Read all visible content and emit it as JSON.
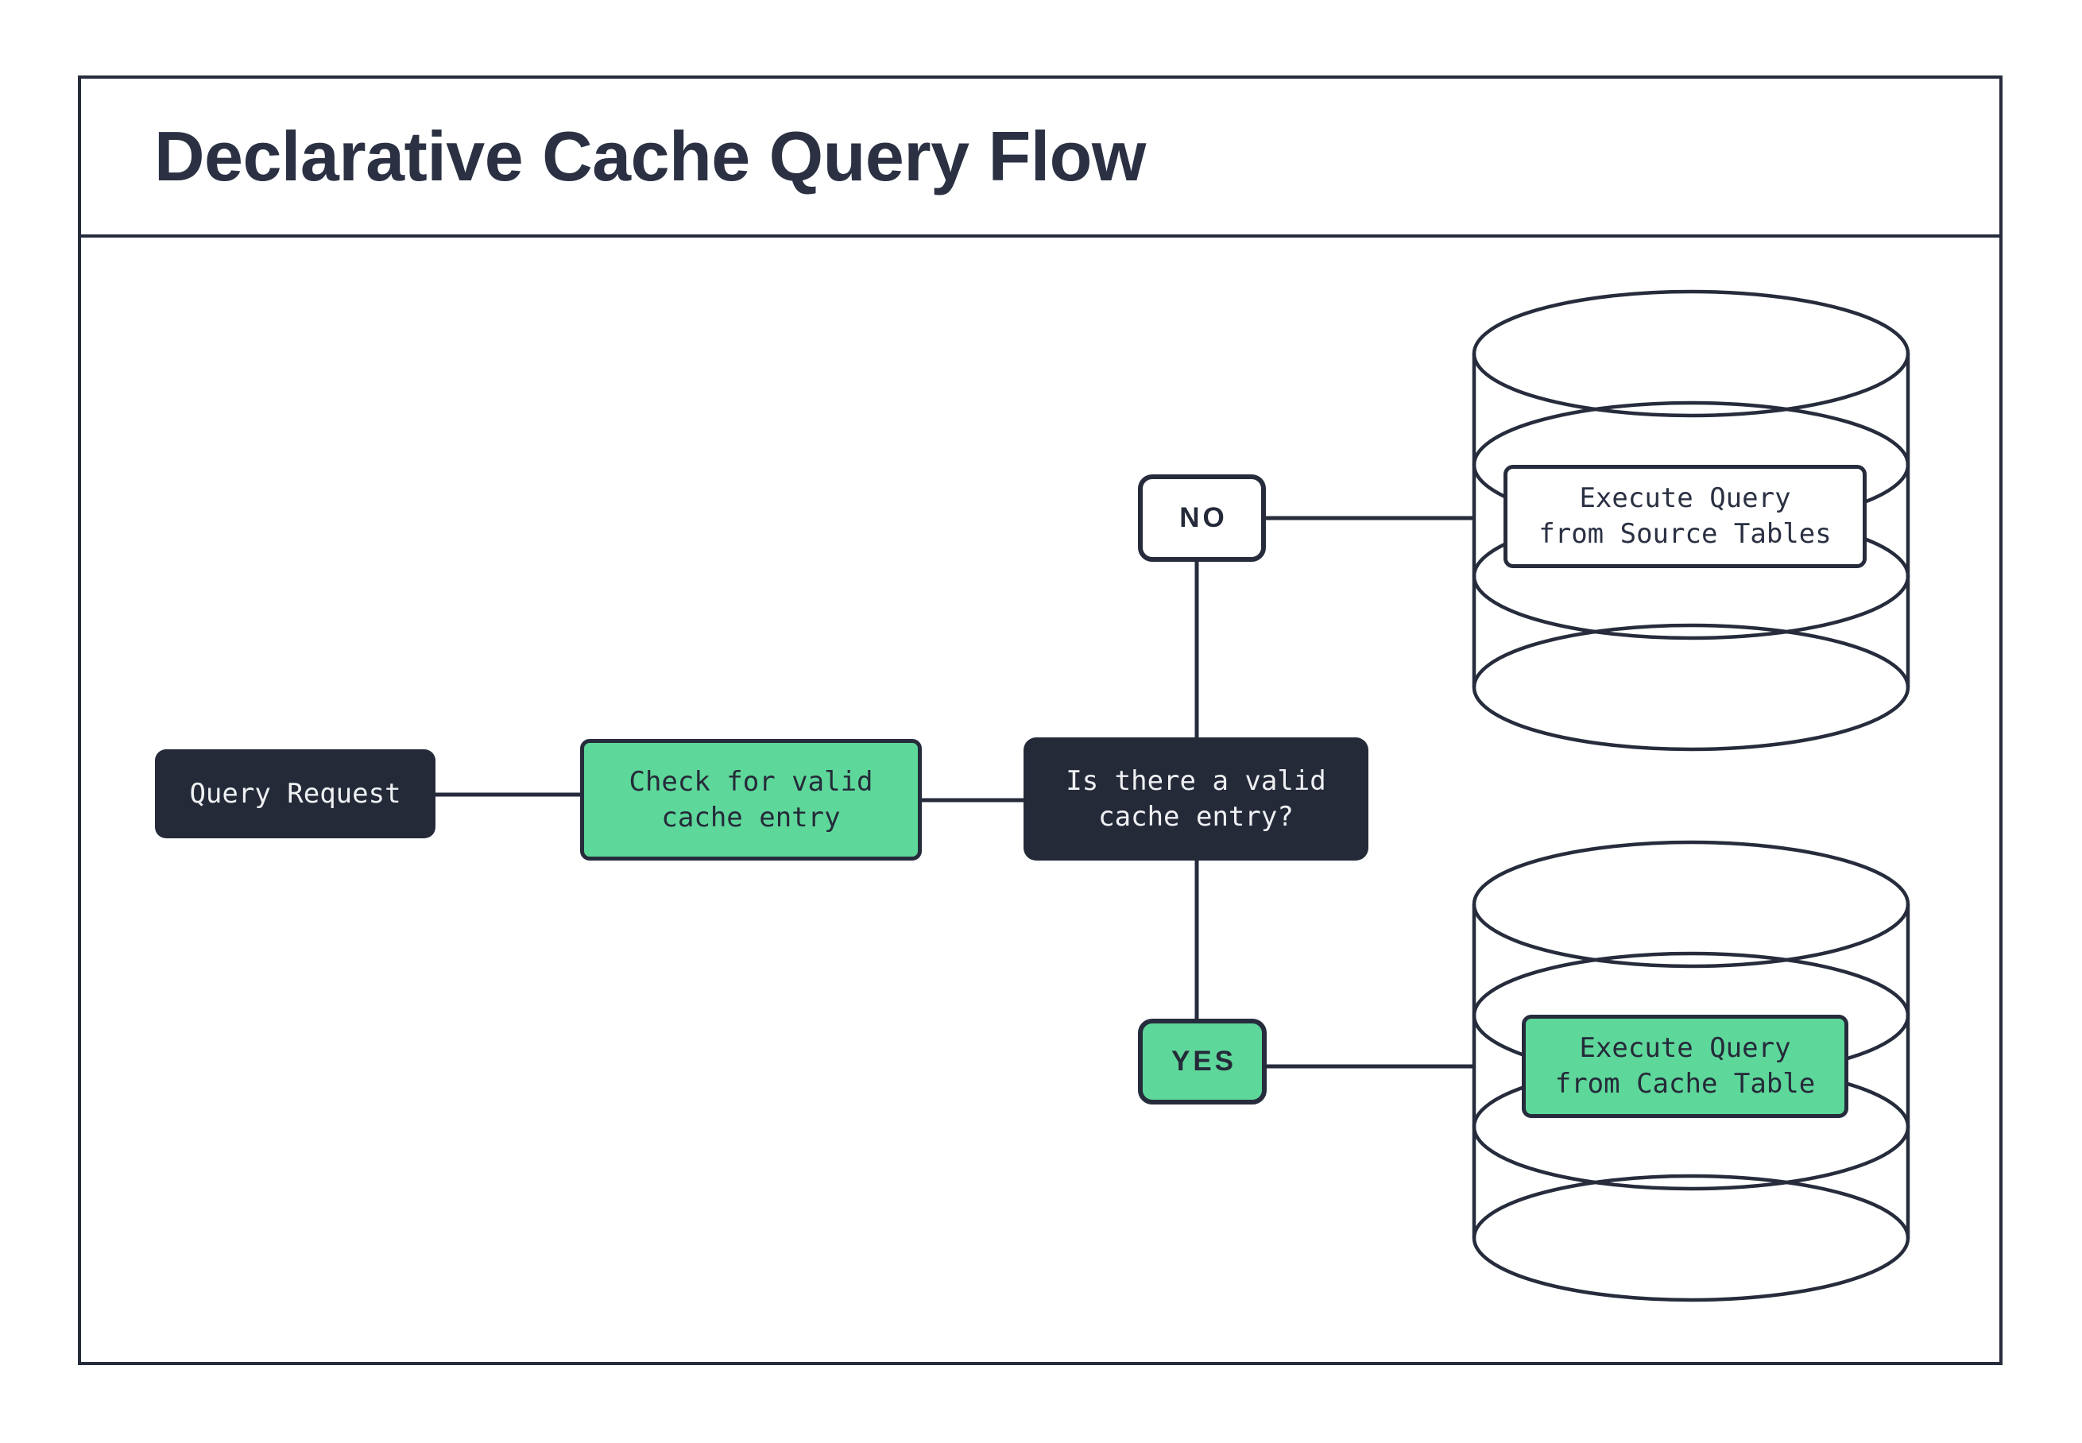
{
  "title": "Declarative Cache Query Flow",
  "colors": {
    "ink": "#262c3c",
    "dark_node_fill": "#252a39",
    "green_accent": "#5ed79a",
    "light_text": "#eef0f2",
    "background": "#ffffff"
  },
  "nodes": {
    "query_request": {
      "label": "Query Request"
    },
    "check_cache": {
      "label": "Check for valid\ncache entry"
    },
    "decision": {
      "label": "Is there a valid\ncache entry?"
    },
    "no_branch": {
      "label": "NO"
    },
    "yes_branch": {
      "label": "YES"
    },
    "source_db": {
      "label": "Execute Query\nfrom Source Tables"
    },
    "cache_db": {
      "label": "Execute Query\nfrom Cache Table"
    }
  },
  "edges": [
    {
      "from": "query_request",
      "to": "check_cache"
    },
    {
      "from": "check_cache",
      "to": "decision"
    },
    {
      "from": "decision",
      "to": "no_branch"
    },
    {
      "from": "decision",
      "to": "yes_branch"
    },
    {
      "from": "no_branch",
      "to": "source_db"
    },
    {
      "from": "yes_branch",
      "to": "cache_db"
    }
  ]
}
